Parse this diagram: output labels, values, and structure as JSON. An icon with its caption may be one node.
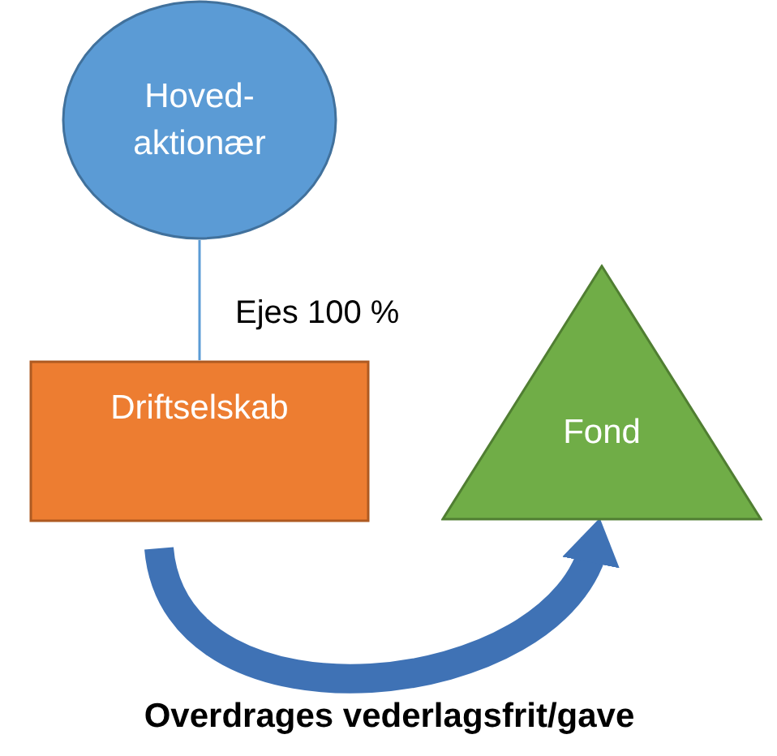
{
  "diagram": {
    "nodes": [
      {
        "text": [
          "Hoved- aktionær"
        ]
      },
      {
        "text": [
          "Driftselskab"
        ]
      },
      {
        "text": [
          "Fond"
        ]
      }
    ],
    "edges": [
      {
        "from": 0,
        "to": 1,
        "arrow": "none",
        "label": "Ejes 100 %"
      },
      {
        "from": 1,
        "to": 2,
        "arrow": "to",
        "label": "Overdrages vederlagsfrit/gave",
        "style": "thick",
        "color": "#3f72b5"
      }
    ]
  }
}
